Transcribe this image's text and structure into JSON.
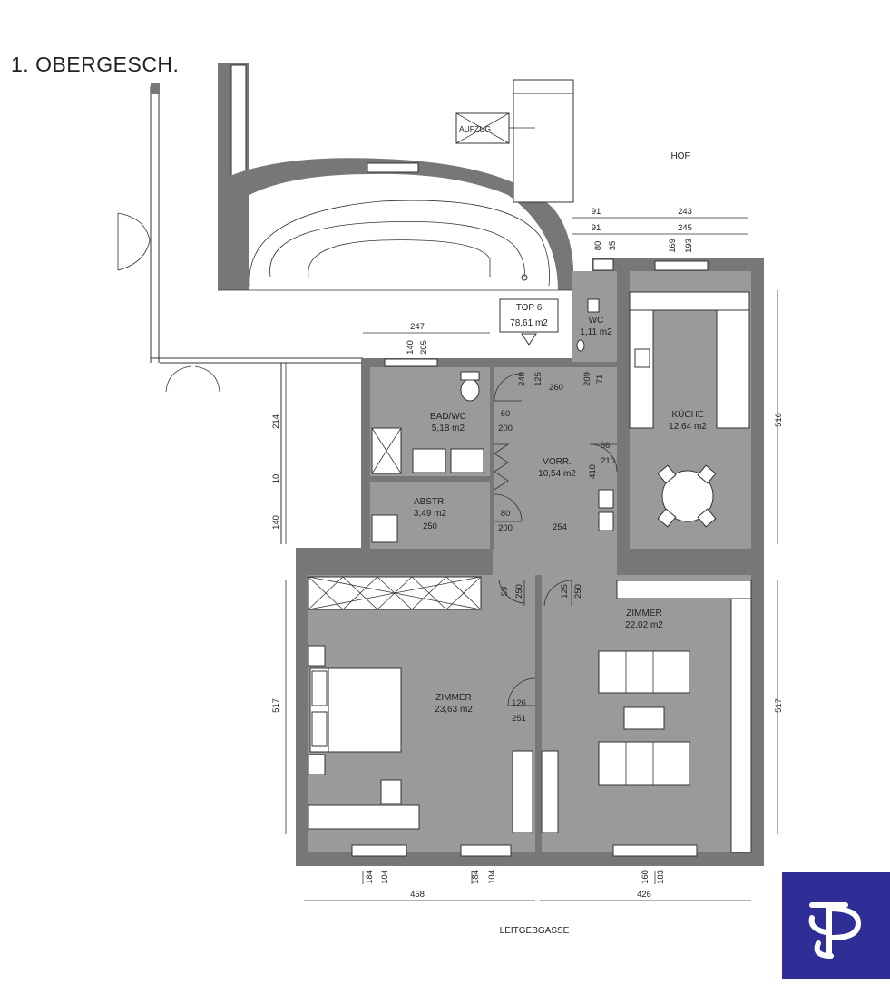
{
  "title": "1. OBERGESCH.",
  "labels": {
    "aufzug": "AUFZUG",
    "hof": "HOF",
    "street": "LEITGEBGASSE"
  },
  "unit": {
    "name": "TOP 6",
    "area": "78,61 m2"
  },
  "rooms": [
    {
      "name": "WC",
      "area": "1,11 m2"
    },
    {
      "name": "BAD/WC",
      "area": "5,18 m2"
    },
    {
      "name": "KÜCHE",
      "area": "12,64 m2"
    },
    {
      "name": "VORR.",
      "area": "10,54 m2"
    },
    {
      "name": "ABSTR.",
      "area": "3,49 m2"
    },
    {
      "name": "ZIMMER",
      "area": "22,02 m2"
    },
    {
      "name": "ZIMMER",
      "area": "23,63 m2"
    }
  ],
  "dimensions": {
    "top_91a": "91",
    "top_243": "243",
    "top_91b": "91",
    "top_245": "245",
    "v_80": "80",
    "v_35": "35",
    "v_169": "169",
    "v_193": "193",
    "d_247": "247",
    "d_140a": "140",
    "d_205": "205",
    "d_240": "240",
    "d_125": "125",
    "d_260": "260",
    "d_209": "209",
    "d_71": "71",
    "d_60a": "60",
    "d_200a": "200",
    "d_66": "66",
    "d_210": "210",
    "d_410": "410",
    "d_80": "80",
    "d_200b": "200",
    "d_250a": "250",
    "d_254": "254",
    "left_214": "214",
    "left_10": "10",
    "left_140": "140",
    "right_516": "516",
    "d_59": "59",
    "d_250b": "250",
    "d_125b": "125",
    "d_250c": "250",
    "d_126": "126",
    "d_251": "251",
    "left_517": "517",
    "right_517": "517",
    "b_184a": "184",
    "b_104a": "104",
    "b_184b": "184",
    "b_104b": "104",
    "b_160": "160",
    "b_183": "183",
    "b_458": "458",
    "b_426": "426"
  },
  "colors": {
    "wall": "#777777",
    "floor": "#9a9a9a",
    "logo_bg": "#2e2e96",
    "logo_fg": "#ffffff"
  },
  "logo": {
    "icon": "sp-monogram-icon"
  }
}
